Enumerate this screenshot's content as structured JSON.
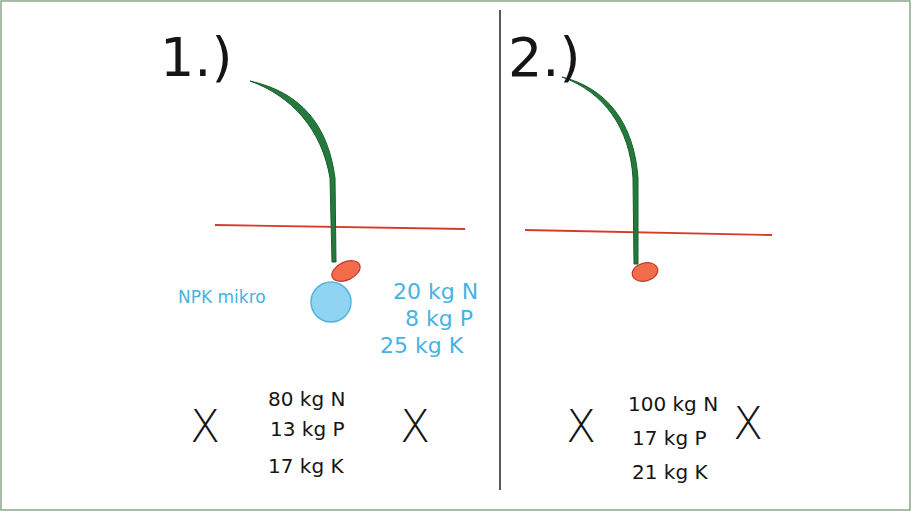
{
  "diagram": {
    "labels": [
      "1.)",
      "NPK mikro",
      "20 kg N",
      "8 kg P",
      "25 kg K",
      "X",
      "80 kg N",
      "13 kg P",
      "17 kg K",
      "X",
      "2.)",
      "X",
      "100 kg N",
      "17 kg P",
      "21 kg K",
      "X"
    ]
  }
}
